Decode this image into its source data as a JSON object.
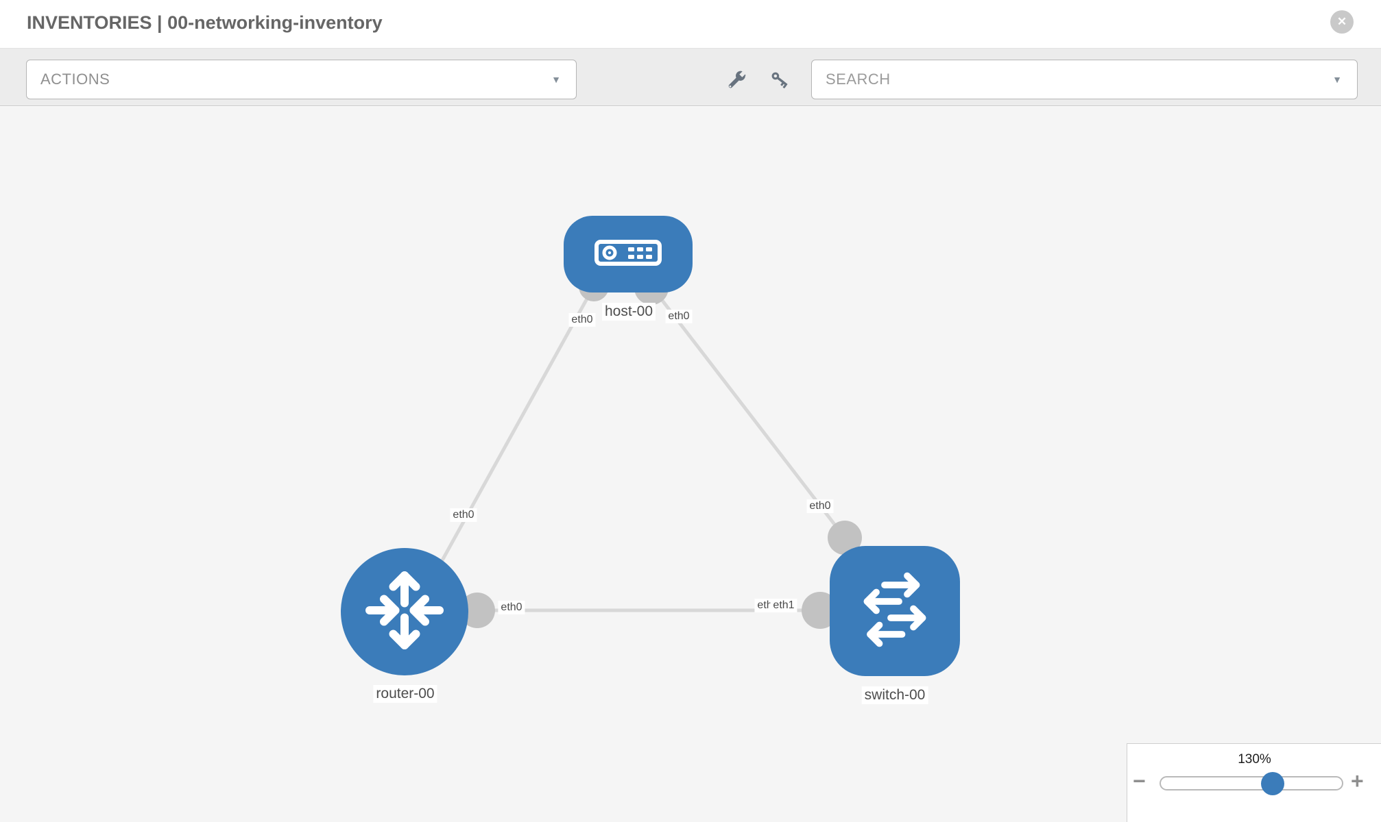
{
  "header": {
    "title": "INVENTORIES | 00-networking-inventory",
    "close_icon": "✕"
  },
  "toolbar": {
    "actions_label": "ACTIONS",
    "search_placeholder": "SEARCH",
    "caret_icon": "▼",
    "icons": [
      "wrench-icon",
      "key-icon"
    ]
  },
  "colors": {
    "node_blue": "#3b7cba",
    "port_gray": "#c2c2c2",
    "link_gray": "#d8d8d8",
    "canvas_bg": "#f5f5f5",
    "toolbar_bg": "#ececec"
  },
  "topology": {
    "nodes": [
      {
        "id": "host-00",
        "type": "host",
        "label": "host-00"
      },
      {
        "id": "router-00",
        "type": "router",
        "label": "router-00"
      },
      {
        "id": "switch-00",
        "type": "switch",
        "label": "switch-00"
      }
    ],
    "links": [
      {
        "from": "host-00",
        "to": "router-00",
        "from_iface": "eth0",
        "to_iface": "eth0"
      },
      {
        "from": "host-00",
        "to": "switch-00",
        "from_iface": "eth0",
        "to_iface": "eth0"
      },
      {
        "from": "router-00",
        "to": "switch-00",
        "from_iface": "eth0",
        "to_iface": "eth1"
      }
    ],
    "iface_labels": {
      "host_left": "eth0",
      "host_right": "eth0",
      "link_host_router_mid": "eth0",
      "link_host_switch_mid": "eth0",
      "router_right": "eth0",
      "switch_mid_back": "eth0",
      "switch_mid_front": "eth1"
    }
  },
  "zoom_control": {
    "percent": "130%",
    "minus_label": "−",
    "plus_label": "+",
    "value": 65
  }
}
